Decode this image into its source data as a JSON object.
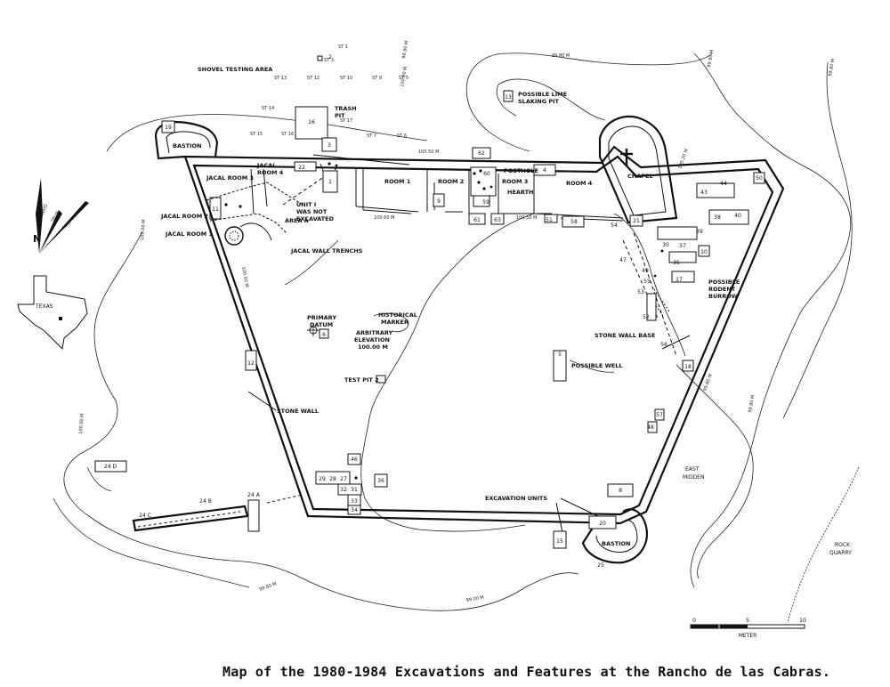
{
  "caption": "Map of the 1980-1984 Excavations and Features at the Rancho de las Cabras.",
  "areas": {
    "shovel_testing": "SHOVEL TESTING AREA",
    "bastion_nw": "BASTION",
    "bastion_se": "BASTION",
    "chapel": "CHAPEL",
    "texas": "TEXAS",
    "east_midden_1": "EAST",
    "east_midden_2": "MIDDEN",
    "rock_quarry_1": "ROCK",
    "rock_quarry_2": "QUARRY"
  },
  "features": {
    "trash_pit_1": "TRASH",
    "trash_pit_2": "PIT",
    "lime_1": "POSSIBLE LIME",
    "lime_2": "SLAKING PIT",
    "posthole": "POSTHOLE",
    "hearth": "HEARTH",
    "room1": "ROOM 1",
    "room2": "ROOM 2",
    "room3": "ROOM 3",
    "room4": "ROOM 4",
    "jacal3": "JACAL ROOM 3",
    "jacal4a": "JACAL",
    "jacal4b": "ROOM 4",
    "jacal2": "JACAL ROOM 2",
    "jacal1": "JACAL ROOM 1",
    "unit1_a": "UNIT I",
    "unit1_b": "WAS NOT",
    "unit1_c": "EXCAVATED",
    "area_a": "AREA A",
    "jacal_wall": "JACAL WALL TRENCHS",
    "primary_1": "PRIMARY",
    "primary_2": "DATUM",
    "hist_1": "HISTORICAL",
    "hist_2": "MARKER",
    "arb_1": "ARBITRARY",
    "arb_2": "ELEVATION",
    "arb_3": "100.00 M",
    "test_pit": "TEST PIT 2",
    "possible_well": "POSSIBLE WELL",
    "stone_wall": "STONE WALL",
    "stone_wall_base": "STONE WALL BASE",
    "rodent_1": "POSSIBLE",
    "rodent_2": "RODENT",
    "rodent_3": "BURROW",
    "excavation_units": "EXCAVATION UNITS"
  },
  "shovel_tests": [
    "ST 2",
    "ST 13",
    "ST 12",
    "ST 10",
    "ST 9",
    "ST 5",
    "ST 14",
    "ST 17",
    "ST 15",
    "ST 16",
    "ST 7",
    "ST 6",
    "ST 1"
  ],
  "contours": [
    "99.90 M",
    "100.00 M",
    "99.80 M",
    "100.20 M",
    "100.50 M",
    "100.60 M",
    "100.50 M",
    "100.50 M",
    "99.90 M",
    "99.80 M",
    "99.80 M",
    "100.00 M",
    "99.80 M",
    "99.00 M"
  ],
  "units": [
    "1",
    "2",
    "3",
    "5",
    "6",
    "8",
    "9",
    "10",
    "11",
    "12",
    "13",
    "15",
    "16",
    "17",
    "18",
    "19",
    "20",
    "22",
    "24 A",
    "24 B",
    "24 C",
    "24 D",
    "25",
    "27",
    "28",
    "29",
    "30",
    "31",
    "32",
    "33",
    "34",
    "35",
    "36",
    "37",
    "38",
    "39",
    "40",
    "43",
    "44",
    "46",
    "47",
    "48",
    "49",
    "50",
    "51",
    "52",
    "53",
    "54",
    "55",
    "56",
    "57",
    "58",
    "59",
    "60",
    "61",
    "62",
    "63",
    "4",
    "21"
  ],
  "scale": {
    "ticks": [
      "0",
      "5",
      "10"
    ],
    "unit": "METER"
  },
  "north": {
    "label": "N",
    "grid": "GRID",
    "true": "TRUE",
    "mag": "MAG"
  },
  "colors": {
    "ink": "#111111",
    "paper": "#ffffff"
  }
}
